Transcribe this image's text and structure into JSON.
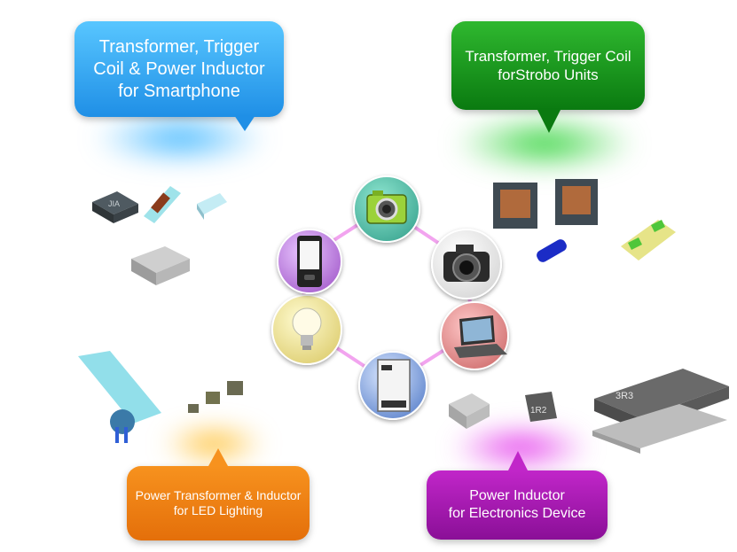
{
  "callouts": {
    "smartphone": {
      "lines": [
        "Transformer, Trigger",
        "Coil & Power Inductor",
        "for Smartphone"
      ],
      "color": "#1f8fe6"
    },
    "strobo": {
      "lines": [
        "Transformer,  Trigger Coil",
        "forStrobo Units"
      ],
      "color": "#0a7a10"
    },
    "led": {
      "lines": [
        "Power Transformer & Inductor",
        "for LED Lighting"
      ],
      "color": "#e46f0a"
    },
    "electronics": {
      "lines": [
        "Power Inductor",
        "for Electronics Device"
      ],
      "color": "#8a0f97"
    }
  },
  "hub_nodes": [
    "camera-icon",
    "dslr-camera-icon",
    "laptop-icon",
    "device-unit-icon",
    "light-bulb-icon",
    "mobile-phone-icon"
  ],
  "component_markings": {
    "smartphone_inductor": "JIA",
    "small_inductor": "1R2",
    "large_inductor": "3R3"
  }
}
